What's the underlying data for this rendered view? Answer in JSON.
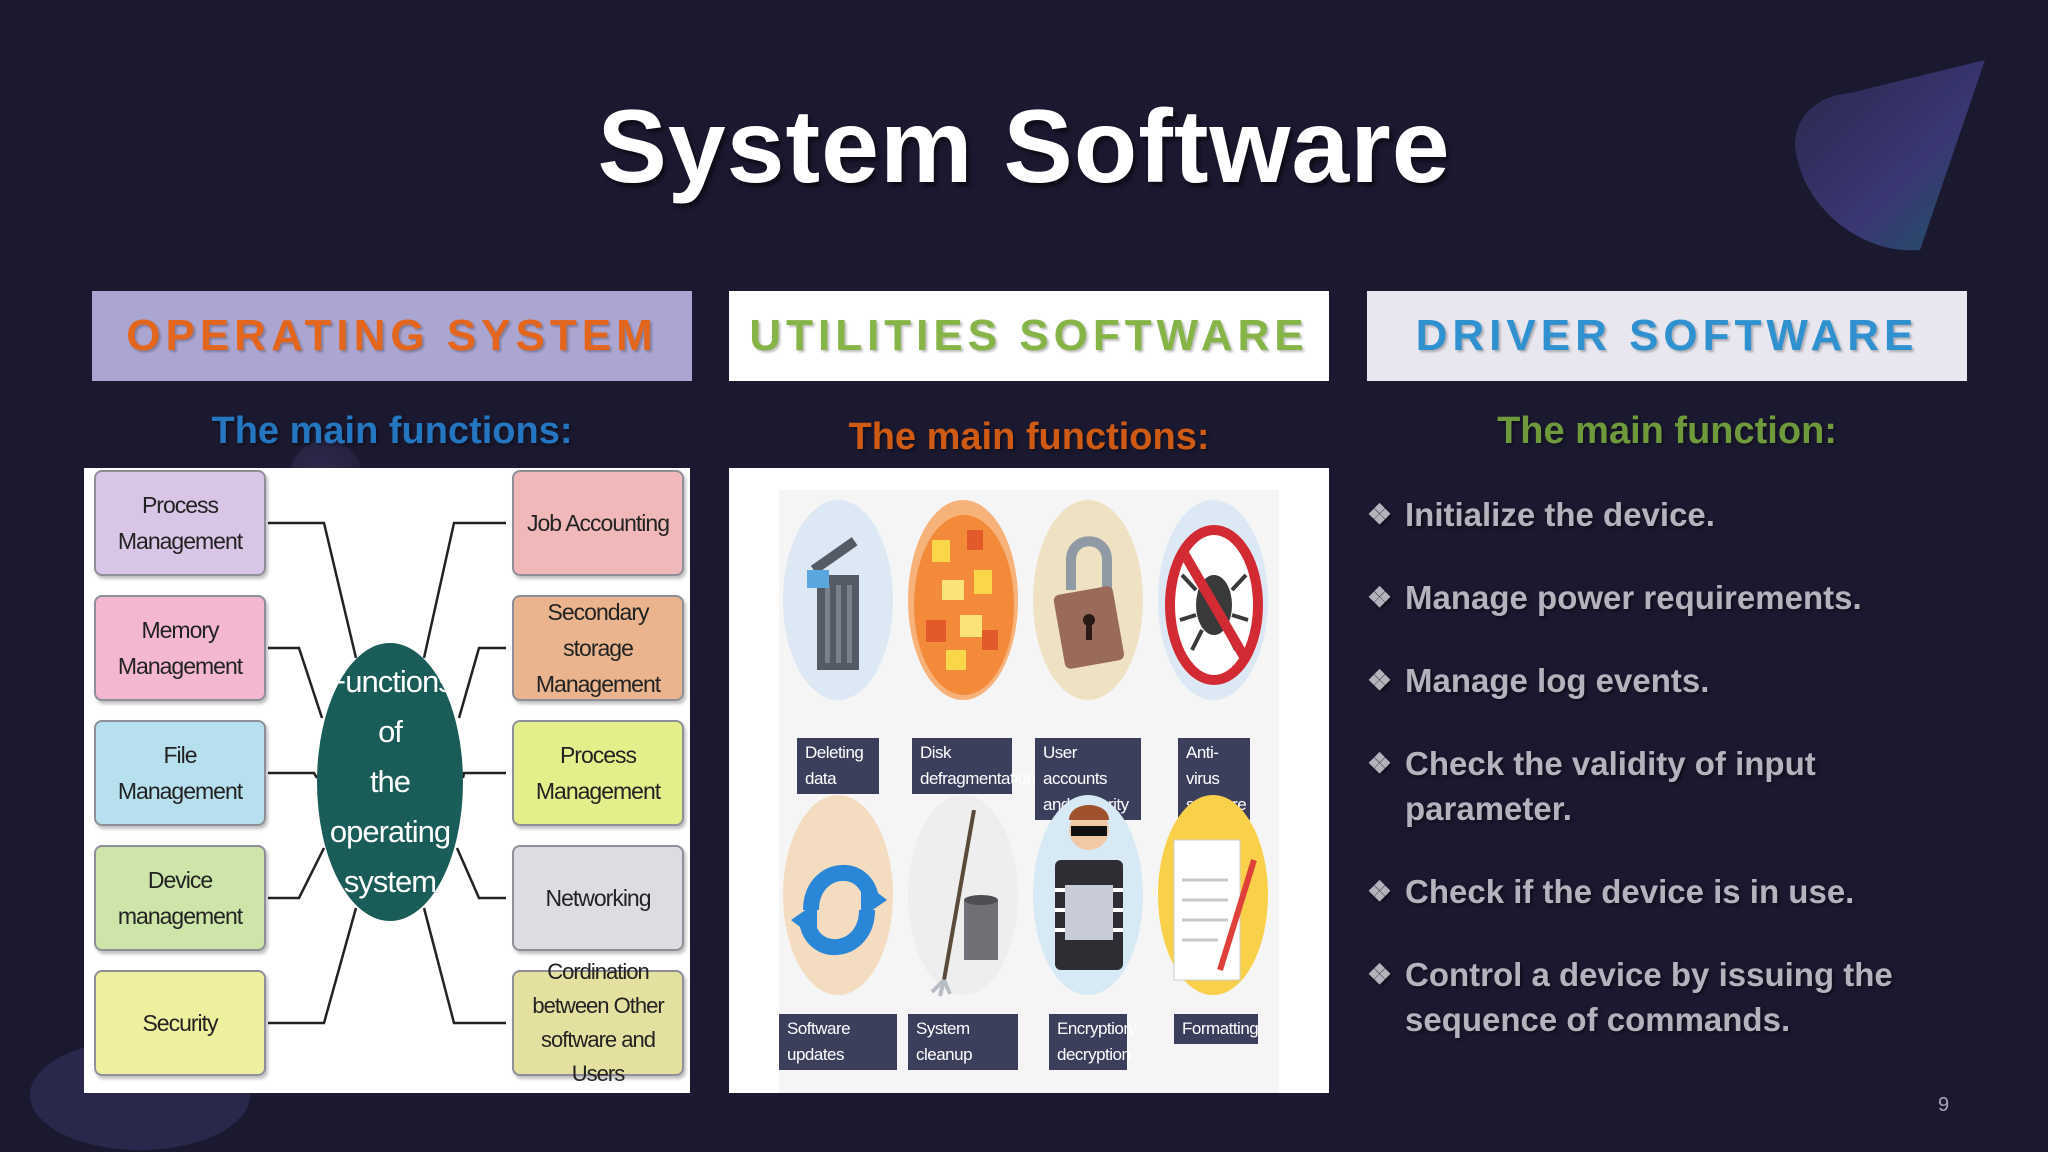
{
  "title": "System Software",
  "columns": {
    "os": {
      "header": "OPERATING SYSTEM",
      "subtitle": "The main functions:"
    },
    "utilities": {
      "header": "UTILITIES SOFTWARE",
      "subtitle": "The main functions:"
    },
    "driver": {
      "header": "DRIVER SOFTWARE",
      "subtitle": "The main function:"
    }
  },
  "os_diagram": {
    "center": [
      "Functions of",
      "the operating",
      "system"
    ],
    "left": [
      {
        "lines": [
          "Process",
          "Management"
        ],
        "color": "#d9c5e6"
      },
      {
        "lines": [
          "Memory",
          "Management"
        ],
        "color": "#f3b8cf"
      },
      {
        "lines": [
          "File",
          "Management"
        ],
        "color": "#b7e0ef"
      },
      {
        "lines": [
          "Device",
          "management"
        ],
        "color": "#cde5a9"
      },
      {
        "lines": [
          "Security"
        ],
        "color": "#eef0a0"
      }
    ],
    "right": [
      {
        "lines": [
          "Job Accounting"
        ],
        "color": "#f0b8b8"
      },
      {
        "lines": [
          "Secondary storage",
          "Management"
        ],
        "color": "#e9b48e"
      },
      {
        "lines": [
          "Process",
          "Management"
        ],
        "color": "#e4ee8b"
      },
      {
        "lines": [
          "Networking"
        ],
        "color": "#dcdde2"
      },
      {
        "lines": [
          "Cordination",
          "between Other",
          "software and Users"
        ],
        "color": "#e4e0a0"
      }
    ]
  },
  "utilities": [
    {
      "label": [
        "Deleting data"
      ],
      "icon": "trash-icon",
      "color": "#dce9f5"
    },
    {
      "label": [
        "Disk",
        "defragmentation"
      ],
      "icon": "puzzle-sphere-icon",
      "color": "#f7b27a"
    },
    {
      "label": [
        "User accounts",
        "and security"
      ],
      "icon": "padlock-icon",
      "color": "#efe2c2"
    },
    {
      "label": [
        "Anti-virus",
        "software"
      ],
      "icon": "no-bug-icon",
      "color": "#dce9f5"
    },
    {
      "label": [
        "Software updates"
      ],
      "icon": "refresh-icon",
      "color": "#f4dcc0"
    },
    {
      "label": [
        "System cleanup"
      ],
      "icon": "mop-bucket-icon",
      "color": "#eeeeee"
    },
    {
      "label": [
        "Encryption/",
        "decryption"
      ],
      "icon": "hacker-icon",
      "color": "#d6e9f4"
    },
    {
      "label": [
        "Formatting"
      ],
      "icon": "document-pen-icon",
      "color": "#f9d04a"
    }
  ],
  "driver_functions": [
    [
      "Initialize the device."
    ],
    [
      "Manage power requirements."
    ],
    [
      "Manage log events."
    ],
    [
      "Check the validity of input",
      "parameter."
    ],
    [
      "Check if the device is in use."
    ],
    [
      "Control a device by issuing the",
      "sequence of  commands."
    ]
  ],
  "bullet": "❖",
  "page_number": "9"
}
